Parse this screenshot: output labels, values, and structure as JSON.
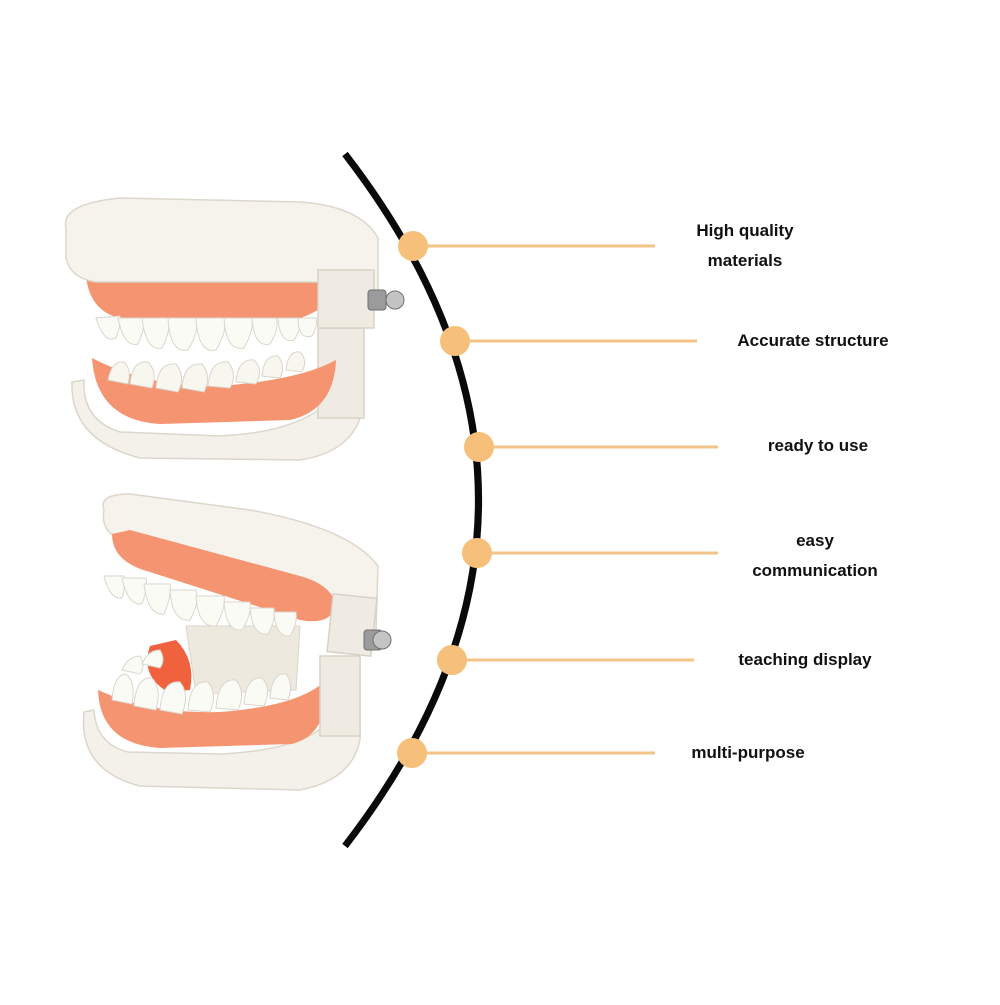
{
  "colors": {
    "arc": "#0a0a0a",
    "marker": "#f6c07a",
    "connector": "#f3c488",
    "gum": "#f59470",
    "tooth": "#fbfbf6",
    "base": "#f4f1ea",
    "label": "#111111"
  },
  "features": [
    {
      "label": "High quality\nmaterials"
    },
    {
      "label": "Accurate structure"
    },
    {
      "label": "ready to use"
    },
    {
      "label": "easy\ncommunication"
    },
    {
      "label": "teaching display"
    },
    {
      "label": "multi-purpose"
    }
  ],
  "icons": [
    "dental-model-closed-image",
    "dental-model-open-image",
    "metal-hinge-icon"
  ]
}
